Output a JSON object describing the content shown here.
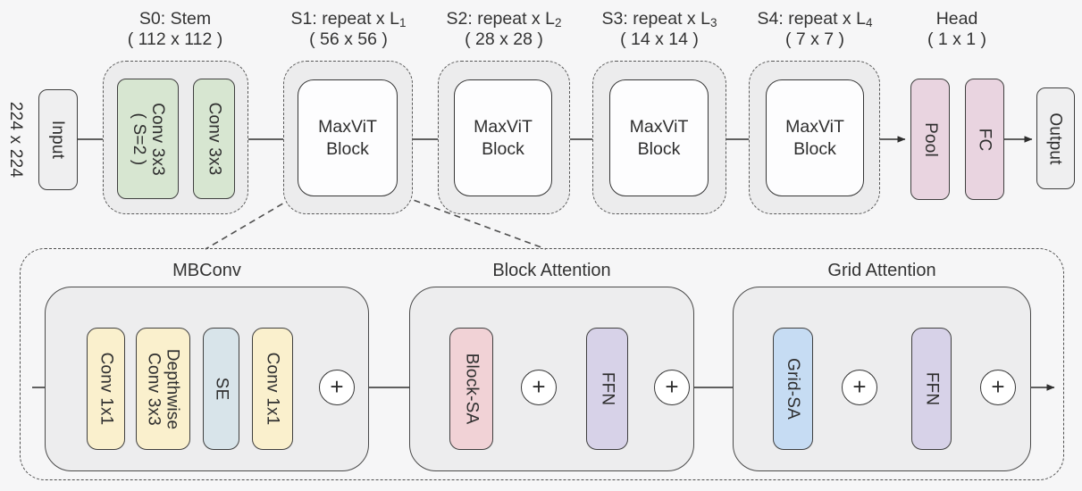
{
  "colors": {
    "background": "#f6f6f7",
    "line": "#3a3a3a",
    "stage_fill": "#ececed",
    "white_block_fill": "#fdfdfe",
    "io_fill": "#efeff0",
    "stem_green": "#d7e6d1",
    "head_pink": "#e9d4e0",
    "conv_yellow": "#faf0cd",
    "se_blue_gray": "#d8e4ea",
    "block_sa_pink": "#f1d2d6",
    "ffn_purple": "#d7d2e8",
    "grid_sa_blue": "#c6dcf3"
  },
  "top": {
    "input_dim": "224 x 224",
    "input_label": "Input",
    "output_label": "Output",
    "stages": [
      {
        "title": "S0: Stem",
        "subscript": "",
        "size": "( 112 x 112 )"
      },
      {
        "title": "S1: repeat x L",
        "subscript": "1",
        "size": "( 56 x 56 )"
      },
      {
        "title": "S2: repeat x L",
        "subscript": "2",
        "size": "( 28 x 28 )"
      },
      {
        "title": "S3: repeat x L",
        "subscript": "3",
        "size": "( 14 x 14 )"
      },
      {
        "title": "S4: repeat x L",
        "subscript": "4",
        "size": "( 7 x 7 )"
      }
    ],
    "head_title": "Head",
    "head_size": "( 1 x 1 )",
    "stem_conv1_line1": "Conv 3x3",
    "stem_conv1_line2": "( S=2 )",
    "stem_conv2": "Conv 3x3",
    "maxvit_line1": "MaxViT",
    "maxvit_line2": "Block",
    "pool_label": "Pool",
    "fc_label": "FC"
  },
  "bottom": {
    "mbconv_title": "MBConv",
    "block_attn_title": "Block Attention",
    "grid_attn_title": "Grid Attention",
    "conv1x1_a": "Conv 1x1",
    "dw_line1": "Depthwise",
    "dw_line2": "Conv 3x3",
    "se_label": "SE",
    "conv1x1_b": "Conv 1x1",
    "block_sa": "Block-SA",
    "ffn_block": "FFN",
    "grid_sa": "Grid-SA",
    "ffn_grid": "FFN",
    "plus": "+"
  }
}
